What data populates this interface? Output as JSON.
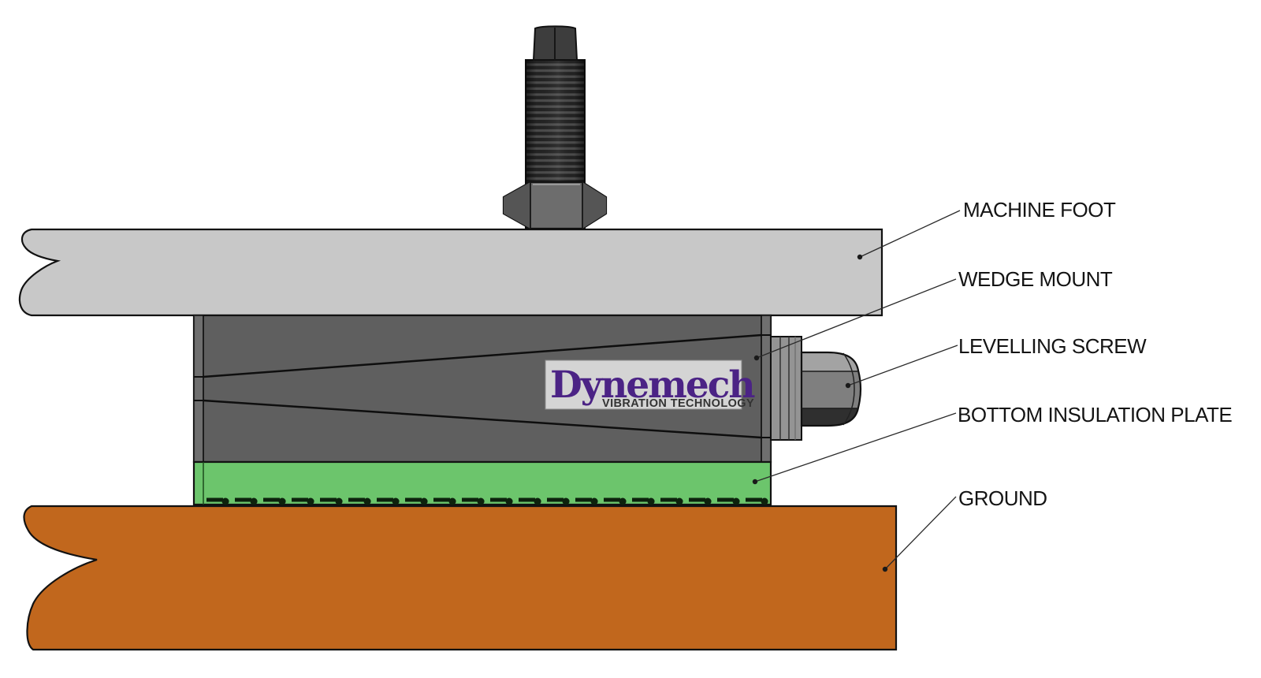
{
  "logo": {
    "brand": "Dynemech",
    "tagline": "VIBRATION TECHNOLOGY"
  },
  "callouts": [
    {
      "id": "machine-foot",
      "text": "MACHINE FOOT"
    },
    {
      "id": "wedge-mount",
      "text": "WEDGE MOUNT"
    },
    {
      "id": "levelling-screw",
      "text": "LEVELLING SCREW"
    },
    {
      "id": "bottom-insulation-plate",
      "text": "BOTTOM INSULATION PLATE"
    },
    {
      "id": "ground",
      "text": "GROUND"
    }
  ],
  "colors": {
    "machine_foot_gray": "#c8c8c8",
    "wedge_mount_gray": "#5f5f5f",
    "insulation_green": "#6cc56c",
    "ground_orange": "#c1671d",
    "logo_purple": "#4b2385",
    "logo_background": "#d4d4d4",
    "hardware_dark": "#2a2a2a"
  }
}
